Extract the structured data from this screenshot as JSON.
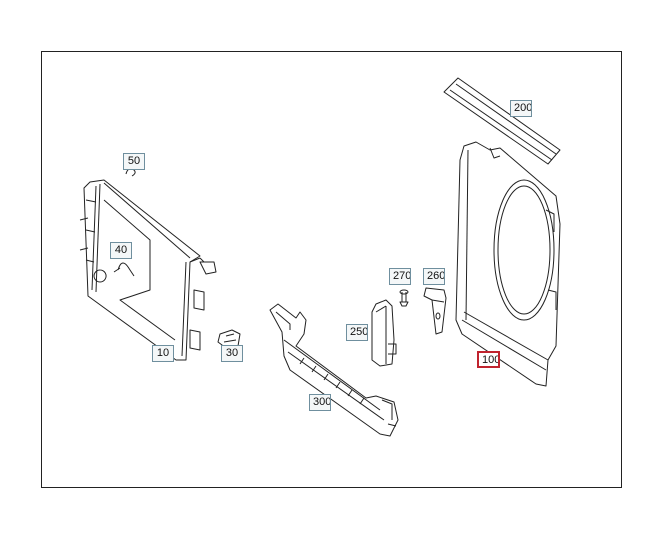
{
  "diagram": {
    "callouts": {
      "c10": "10",
      "c30": "30",
      "c40": "40",
      "c50": "50",
      "c100": "100",
      "c200": "200",
      "c250": "250",
      "c260": "260",
      "c270": "270",
      "c300": "300"
    },
    "selected_callout": "100",
    "colors": {
      "callout_border": "#6f8f9e",
      "selected_border": "#c0232e",
      "line": "#222222"
    }
  }
}
